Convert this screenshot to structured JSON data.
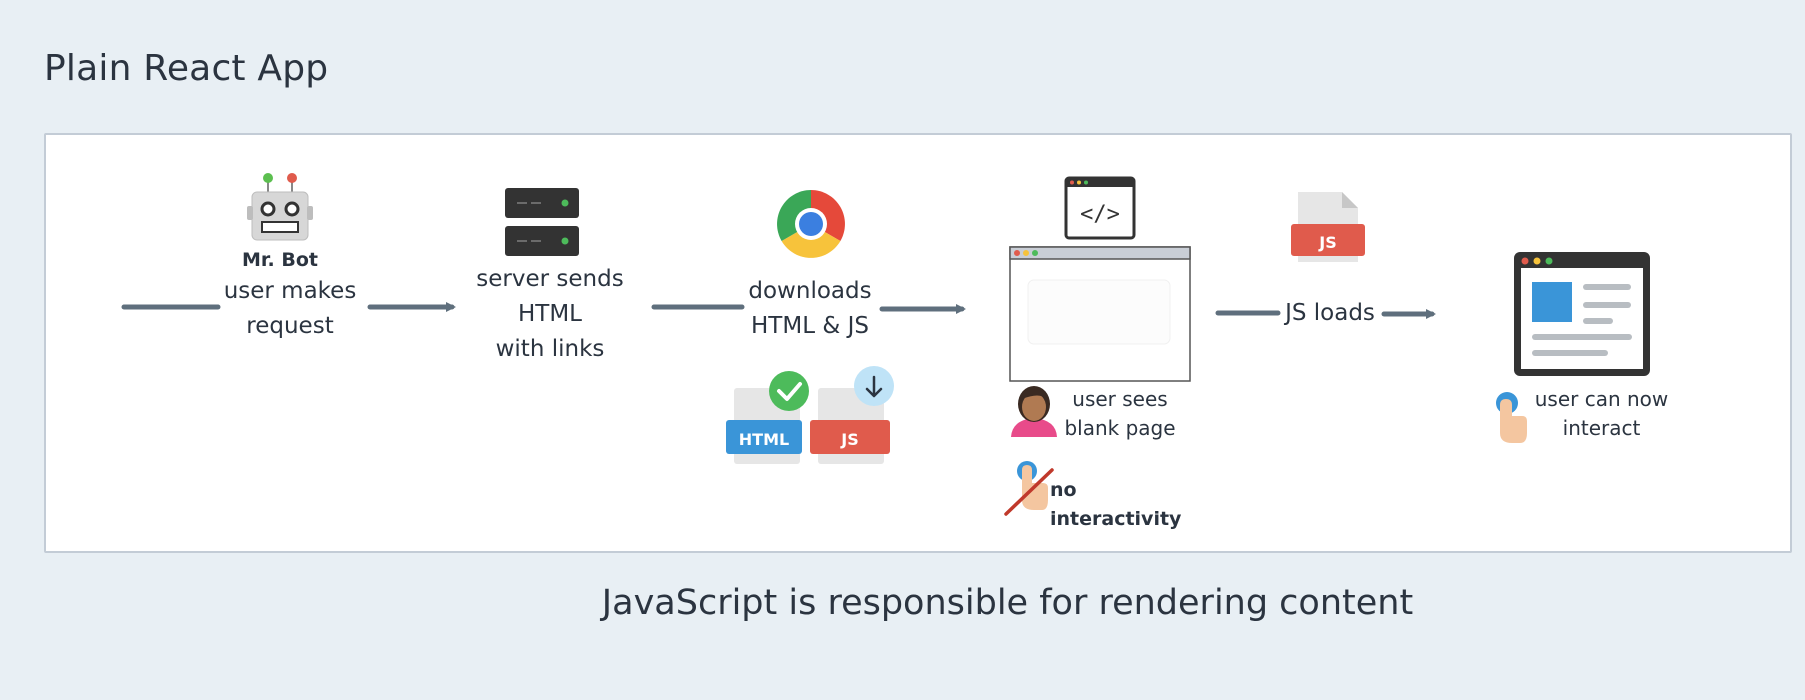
{
  "title": "Plain React App",
  "caption": "JavaScript is responsible for rendering content",
  "steps": {
    "bot_name": "Mr. Bot",
    "request": "user makes\nrequest",
    "server": "server sends\nHTML\nwith links",
    "download": "downloads\nHTML & JS",
    "blank": "user sees\nblank page",
    "no_interactivity": "no interactivity",
    "js_loads": "JS loads",
    "interact": "user can now\ninteract"
  },
  "file_badges": {
    "html": "HTML",
    "js": "JS"
  },
  "code_symbol": "</>",
  "colors": {
    "arrow": "#5f6f7d",
    "blue": "#3a95d8",
    "red": "#e05b4c",
    "green": "#4dbb5b",
    "dark": "#333333"
  },
  "icons": [
    "robot-icon",
    "server-icon",
    "chrome-icon",
    "html-file-icon",
    "js-file-icon",
    "code-window-icon",
    "browser-window-icon",
    "user-avatar-icon",
    "crossed-hand-icon",
    "js-file-icon",
    "webpage-icon",
    "pointer-hand-icon"
  ]
}
